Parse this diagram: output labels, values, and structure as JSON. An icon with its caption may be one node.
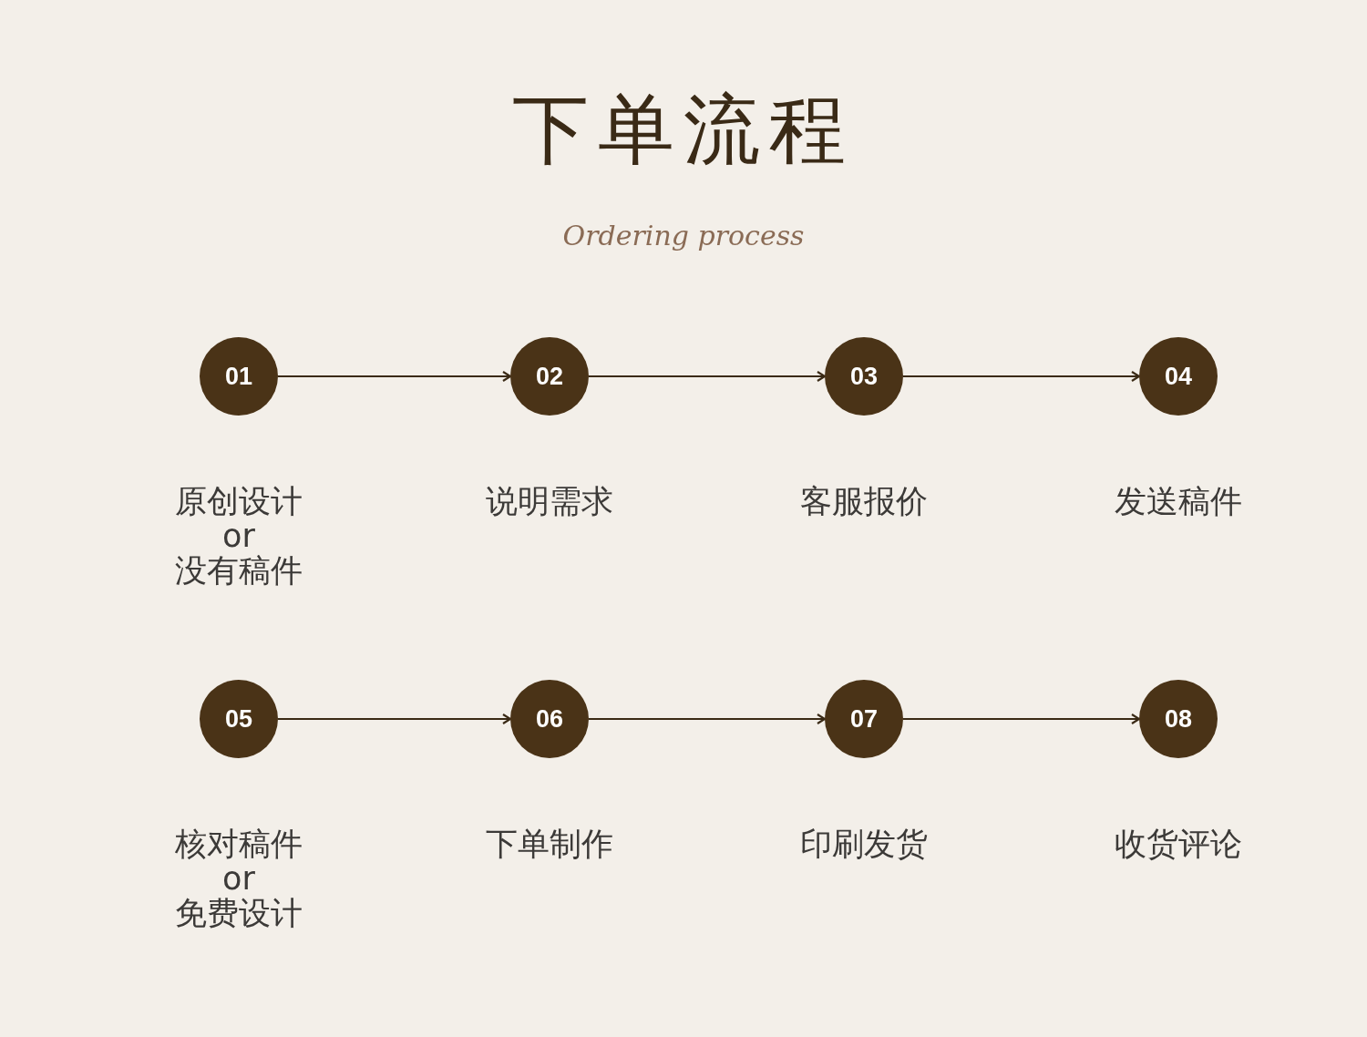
{
  "diagram": {
    "title": "下单流程",
    "nodes": [
      {
        "text": [
          "01"
        ],
        "beside": [
          "原创设计",
          "or",
          "没有稿件"
        ]
      },
      {
        "text": [
          "02"
        ],
        "beside": [
          "说明需求"
        ]
      },
      {
        "text": [
          "03"
        ],
        "beside": [
          "客服报价"
        ]
      },
      {
        "text": [
          "04"
        ],
        "beside": [
          "发送稿件"
        ]
      },
      {
        "text": [
          "05"
        ],
        "beside": [
          "核对稿件",
          "or",
          "免费设计"
        ]
      },
      {
        "text": [
          "06"
        ],
        "beside": [
          "下单制作"
        ]
      },
      {
        "text": [
          "07"
        ],
        "beside": [
          "印刷发货"
        ]
      },
      {
        "text": [
          "08"
        ],
        "beside": [
          "收货评论"
        ]
      }
    ],
    "edges": [
      {
        "from": 0,
        "to": 1,
        "arrow": "to"
      },
      {
        "from": 1,
        "to": 2,
        "arrow": "to"
      },
      {
        "from": 2,
        "to": 3,
        "arrow": "to"
      },
      {
        "from": 4,
        "to": 5,
        "arrow": "to"
      },
      {
        "from": 5,
        "to": 6,
        "arrow": "to"
      },
      {
        "from": 6,
        "to": 7,
        "arrow": "to"
      }
    ],
    "labels": [
      "Ordering process"
    ]
  }
}
